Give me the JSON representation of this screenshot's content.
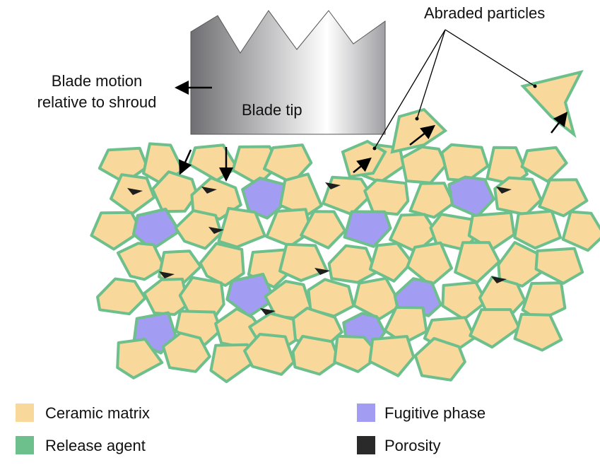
{
  "labels": {
    "blade_motion": "Blade motion",
    "blade_motion_2": "relative to shroud",
    "blade_tip": "Blade tip",
    "abraded": "Abraded particles"
  },
  "legend": [
    {
      "label": "Ceramic matrix",
      "color": "#f9d89c"
    },
    {
      "label": "Release agent",
      "color": "#6dbf8c"
    },
    {
      "label": "Fugitive phase",
      "color": "#a29cf2"
    },
    {
      "label": "Porosity",
      "color": "#2a2a2a"
    }
  ],
  "colors": {
    "ceramic": "#f9d89c",
    "release": "#6dbf8c",
    "fugitive": "#a29cf2",
    "pore": "#1e1e1e"
  }
}
